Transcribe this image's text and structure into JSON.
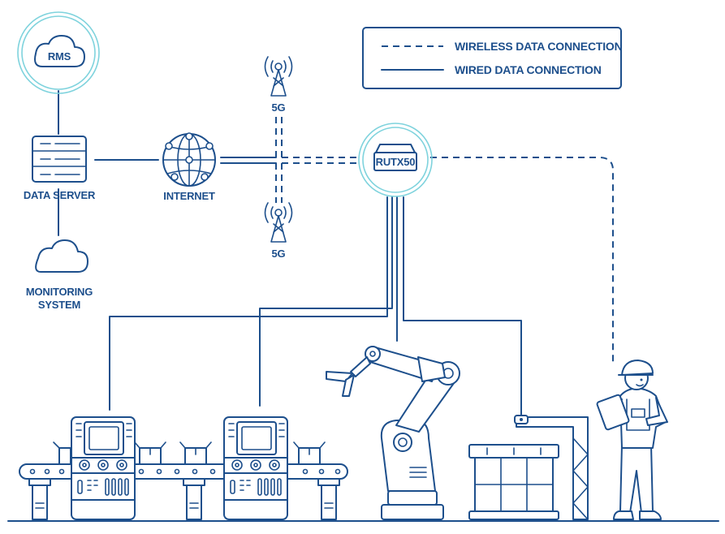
{
  "legend": {
    "wireless": "WIRELESS DATA CONNECTION",
    "wired": "WIRED DATA CONNECTION"
  },
  "nodes": {
    "rms": "RMS",
    "data_server": "DATA SERVER",
    "monitoring_line1": "MONITORING",
    "monitoring_line2": "SYSTEM",
    "internet": "INTERNET",
    "tower_top": "5G",
    "tower_bottom": "5G",
    "router": "RUTX50"
  },
  "colors": {
    "line": "#1d4f8c",
    "halo": "#7fd3dd"
  }
}
